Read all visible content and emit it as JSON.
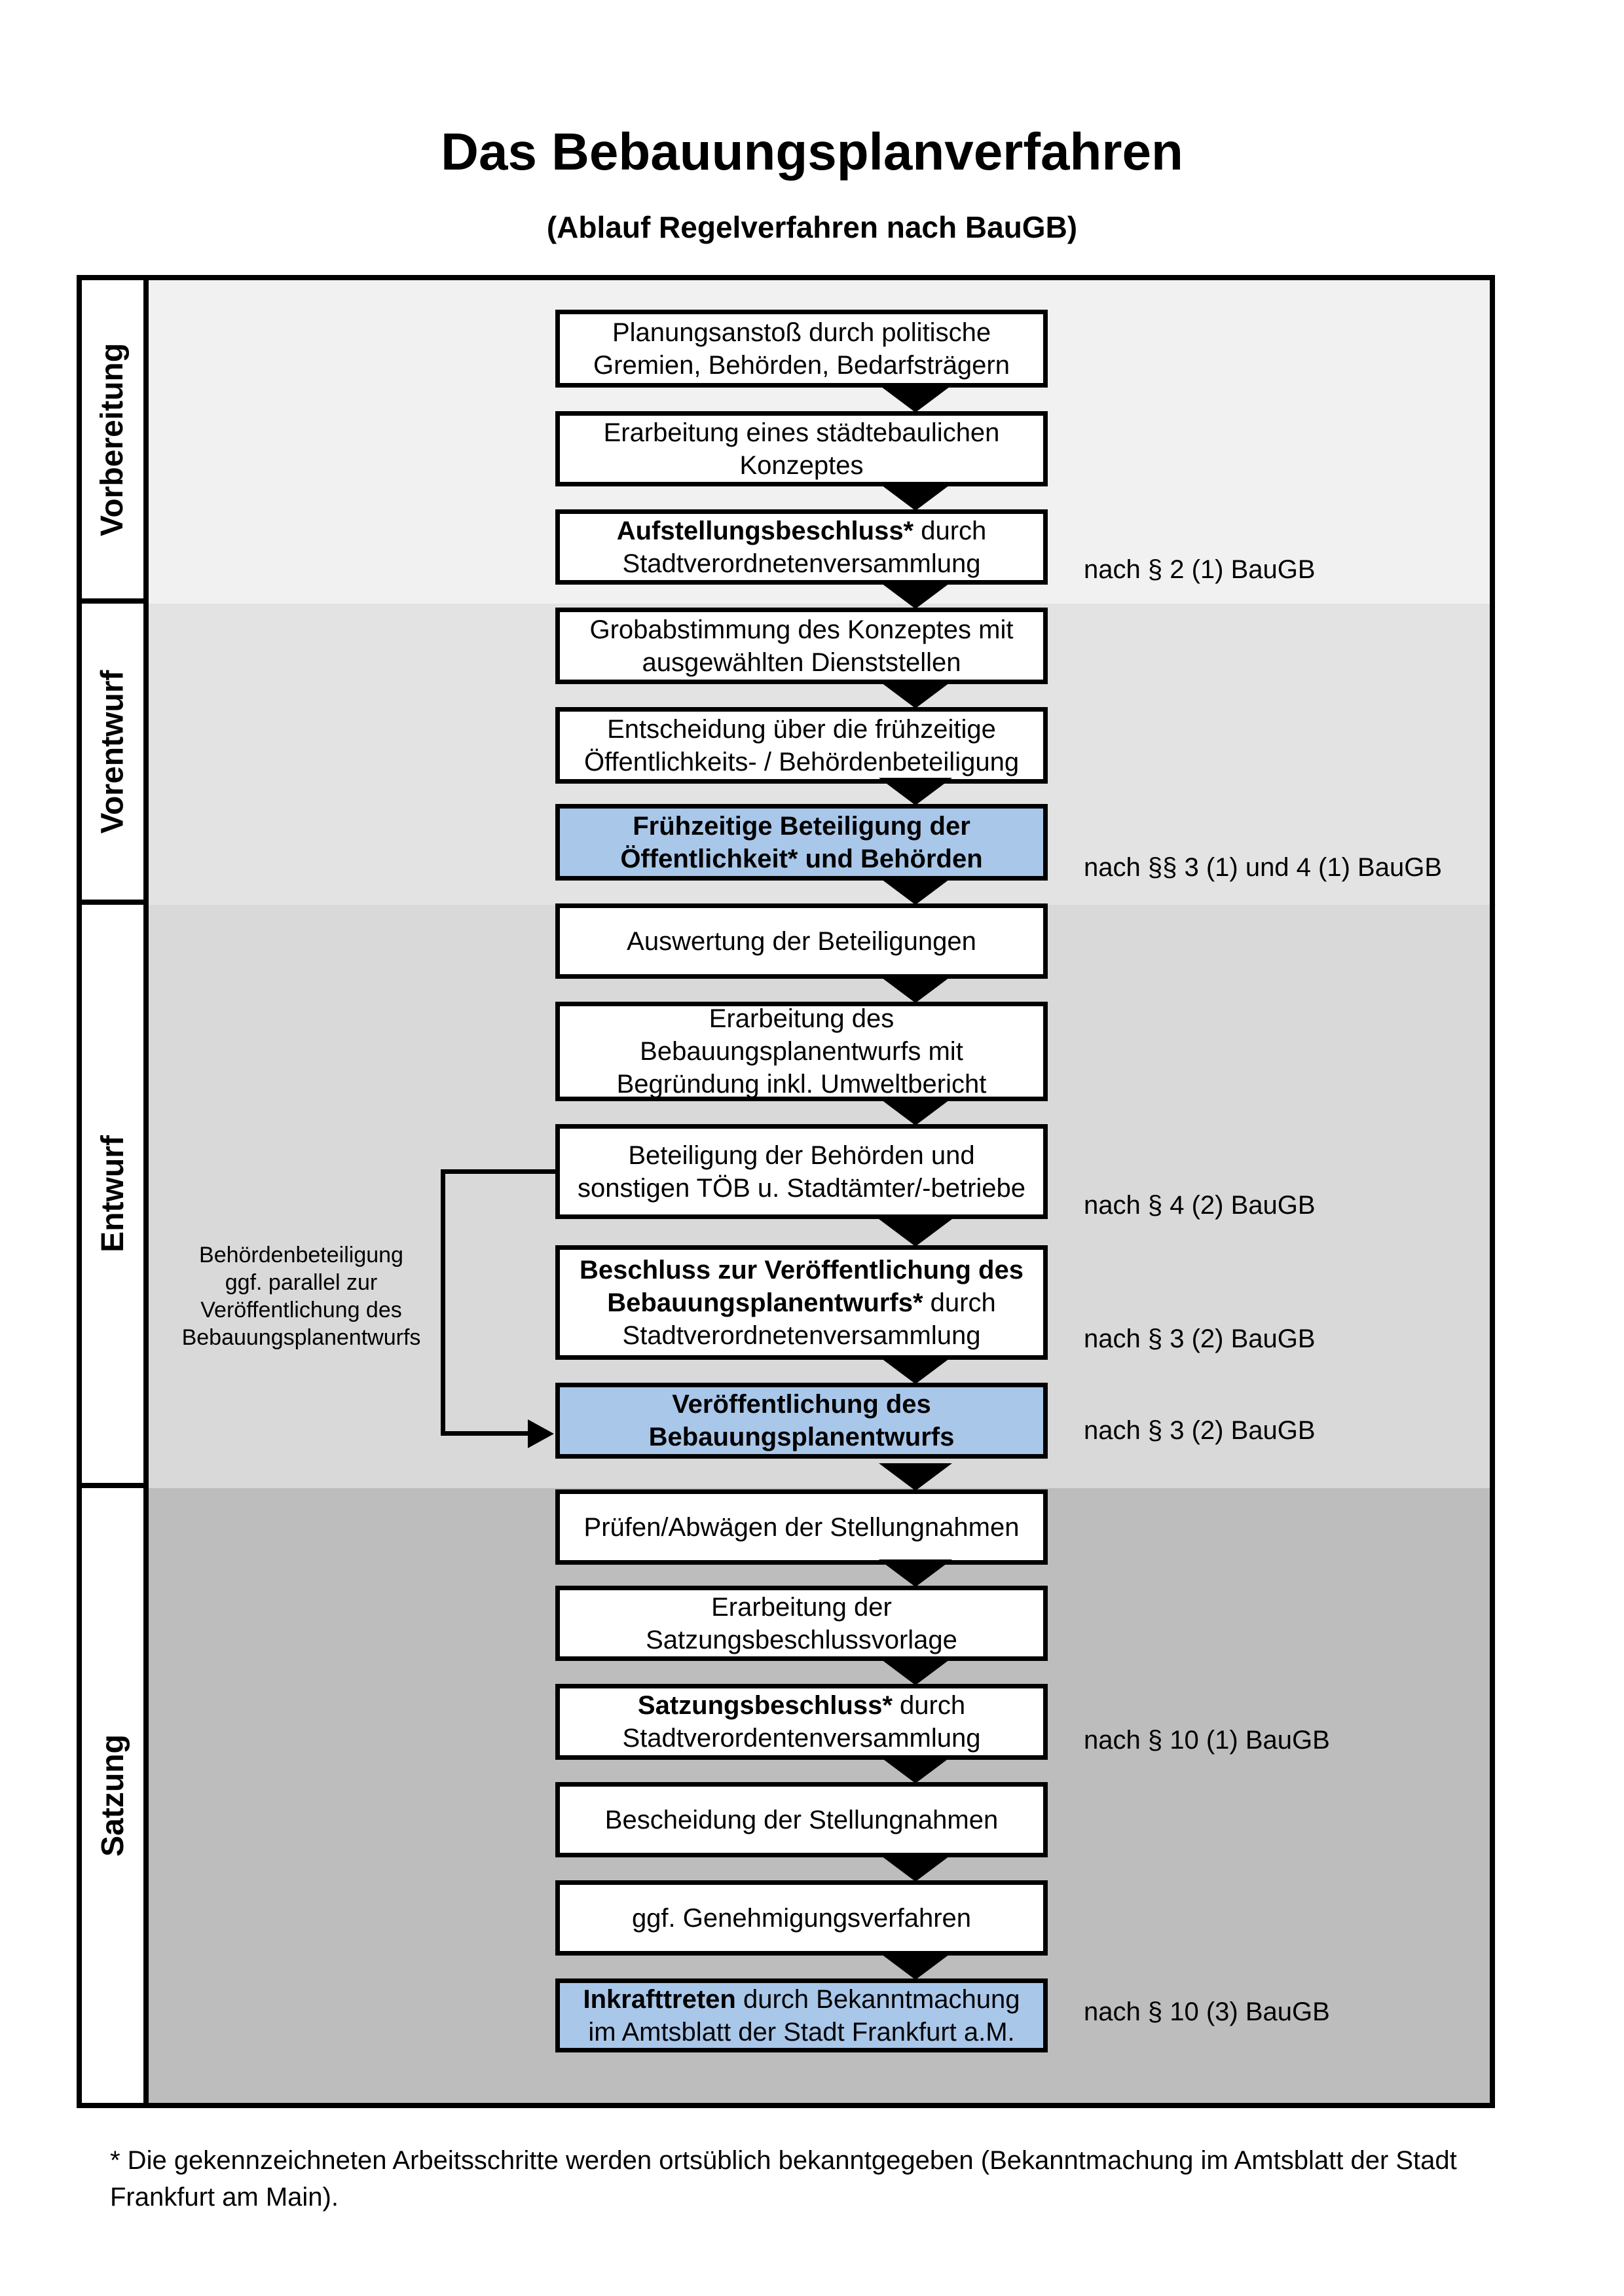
{
  "title": "Das Bebauungsplanverfahren",
  "subtitle": "(Ablauf Regelverfahren nach BauGB)",
  "colors": {
    "highlight_fill": "#a9c7e9",
    "band_vorbereitung": "#f1f1f1",
    "band_vorentwurf": "#e3e3e3",
    "band_entwurf": "#d9d9d9",
    "band_satzung": "#bdbdbd",
    "box_border": "#000000"
  },
  "phases": [
    {
      "label": "Vorbereitung"
    },
    {
      "label": "Vorentwurf"
    },
    {
      "label": "Entwurf"
    },
    {
      "label": "Satzung"
    }
  ],
  "steps": [
    {
      "highlight": false,
      "lines": [
        [
          {
            "t": "Planungsanstoß durch politische"
          }
        ],
        [
          {
            "t": "Gremien, Behörden, Bedarfsträgern"
          }
        ]
      ]
    },
    {
      "highlight": false,
      "lines": [
        [
          {
            "t": "Erarbeitung eines städtebaulichen"
          }
        ],
        [
          {
            "t": "Konzeptes"
          }
        ]
      ]
    },
    {
      "highlight": false,
      "lines": [
        [
          {
            "t": "Aufstellungsbeschluss*",
            "b": true
          },
          {
            "t": " durch"
          }
        ],
        [
          {
            "t": "Stadtverordnetenversammlung"
          }
        ]
      ]
    },
    {
      "highlight": false,
      "lines": [
        [
          {
            "t": "Grobabstimmung des Konzeptes mit"
          }
        ],
        [
          {
            "t": "ausgewählten Dienststellen"
          }
        ]
      ]
    },
    {
      "highlight": false,
      "lines": [
        [
          {
            "t": "Entscheidung über die frühzeitige"
          }
        ],
        [
          {
            "t": "Öffentlichkeits- / Behördenbeteiligung"
          }
        ]
      ]
    },
    {
      "highlight": true,
      "lines": [
        [
          {
            "t": "Frühzeitige Beteiligung der",
            "b": true
          }
        ],
        [
          {
            "t": "Öffentlichkeit* und Behörden",
            "b": true
          }
        ]
      ]
    },
    {
      "highlight": false,
      "lines": [
        [
          {
            "t": "Auswertung der Beteiligungen"
          }
        ]
      ]
    },
    {
      "highlight": false,
      "lines": [
        [
          {
            "t": "Erarbeitung des"
          }
        ],
        [
          {
            "t": "Bebauungsplanentwurfs mit"
          }
        ],
        [
          {
            "t": "Begründung inkl. Umweltbericht"
          }
        ]
      ]
    },
    {
      "highlight": false,
      "lines": [
        [
          {
            "t": "Beteiligung der Behörden und"
          }
        ],
        [
          {
            "t": "sonstigen TÖB u. Stadtämter/-betriebe"
          }
        ]
      ]
    },
    {
      "highlight": false,
      "lines": [
        [
          {
            "t": "Beschluss zur Veröffentlichung des",
            "b": true
          }
        ],
        [
          {
            "t": "Bebauungsplanentwurfs*",
            "b": true
          },
          {
            "t": " durch"
          }
        ],
        [
          {
            "t": "Stadtverordnetenversammlung"
          }
        ]
      ]
    },
    {
      "highlight": true,
      "lines": [
        [
          {
            "t": "Veröffentlichung des",
            "b": true
          }
        ],
        [
          {
            "t": "Bebauungsplanentwurfs",
            "b": true
          }
        ]
      ]
    },
    {
      "highlight": false,
      "lines": [
        [
          {
            "t": "Prüfen/Abwägen der Stellungnahmen"
          }
        ]
      ]
    },
    {
      "highlight": false,
      "lines": [
        [
          {
            "t": "Erarbeitung der"
          }
        ],
        [
          {
            "t": "Satzungsbeschlussvorlage"
          }
        ]
      ]
    },
    {
      "highlight": false,
      "lines": [
        [
          {
            "t": "Satzungsbeschluss*",
            "b": true
          },
          {
            "t": " durch"
          }
        ],
        [
          {
            "t": "Stadtverordentenversammlung"
          }
        ]
      ]
    },
    {
      "highlight": false,
      "lines": [
        [
          {
            "t": "Bescheidung der Stellungnahmen"
          }
        ]
      ]
    },
    {
      "highlight": false,
      "lines": [
        [
          {
            "t": "ggf. Genehmigungsverfahren"
          }
        ]
      ]
    },
    {
      "highlight": true,
      "lines": [
        [
          {
            "t": "Inkrafttreten",
            "b": true
          },
          {
            "t": " durch Bekanntmachung"
          }
        ],
        [
          {
            "t": "im Amtsblatt der Stadt Frankfurt a.M."
          }
        ]
      ]
    }
  ],
  "legal_refs": [
    {
      "text": "nach § 2 (1) BauGB"
    },
    {
      "text": "nach §§ 3 (1) und 4 (1) BauGB"
    },
    {
      "text": "nach § 4 (2) BauGB"
    },
    {
      "text": "nach § 3 (2) BauGB"
    },
    {
      "text": "nach § 3 (2) BauGB"
    },
    {
      "text": "nach § 10 (1) BauGB"
    },
    {
      "text": "nach § 10 (3) BauGB"
    }
  ],
  "side_note": {
    "line1": "Behördenbeteiligung",
    "line2": "ggf. parallel zur",
    "line3": "Veröffentlichung des",
    "line4": "Bebauungsplanentwurfs"
  },
  "footnote": {
    "line1": "* Die gekennzeichneten Arbeitsschritte werden ortsüblich bekanntgegeben (Bekanntmachung im Amtsblatt  der Stadt",
    "line2": "Frankfurt am Main)."
  }
}
